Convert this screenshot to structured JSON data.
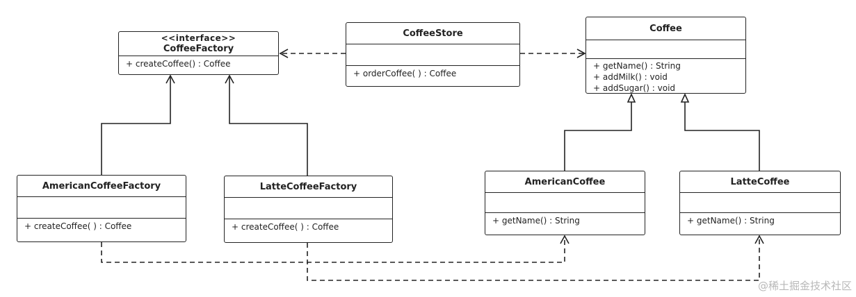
{
  "interface_box": {
    "stereotype": "<<interface>>",
    "name": "CoffeeFactory",
    "methods": [
      "+ createCoffee() : Coffee"
    ]
  },
  "store_box": {
    "name": "CoffeeStore",
    "methods": [
      "+ orderCoffee( ) : Coffee"
    ]
  },
  "coffee_box": {
    "name": "Coffee",
    "methods": [
      "+ getName() : String",
      "+ addMilk() : void",
      "+ addSugar() : void"
    ]
  },
  "american_factory_box": {
    "name": "AmericanCoffeeFactory",
    "methods": [
      "+ createCoffee( ) : Coffee"
    ]
  },
  "latte_factory_box": {
    "name": "LatteCoffeeFactory",
    "methods": [
      "+ createCoffee( ) : Coffee"
    ]
  },
  "american_coffee_box": {
    "name": "AmericanCoffee",
    "methods": [
      "+ getName() : String"
    ]
  },
  "latte_coffee_box": {
    "name": "LatteCoffee",
    "methods": [
      "+ getName() : String"
    ]
  },
  "watermark": "@稀土掘金技术社区",
  "colors": {
    "line": "#222222",
    "background": "#ffffff",
    "watermark": "#b8b8b8"
  }
}
